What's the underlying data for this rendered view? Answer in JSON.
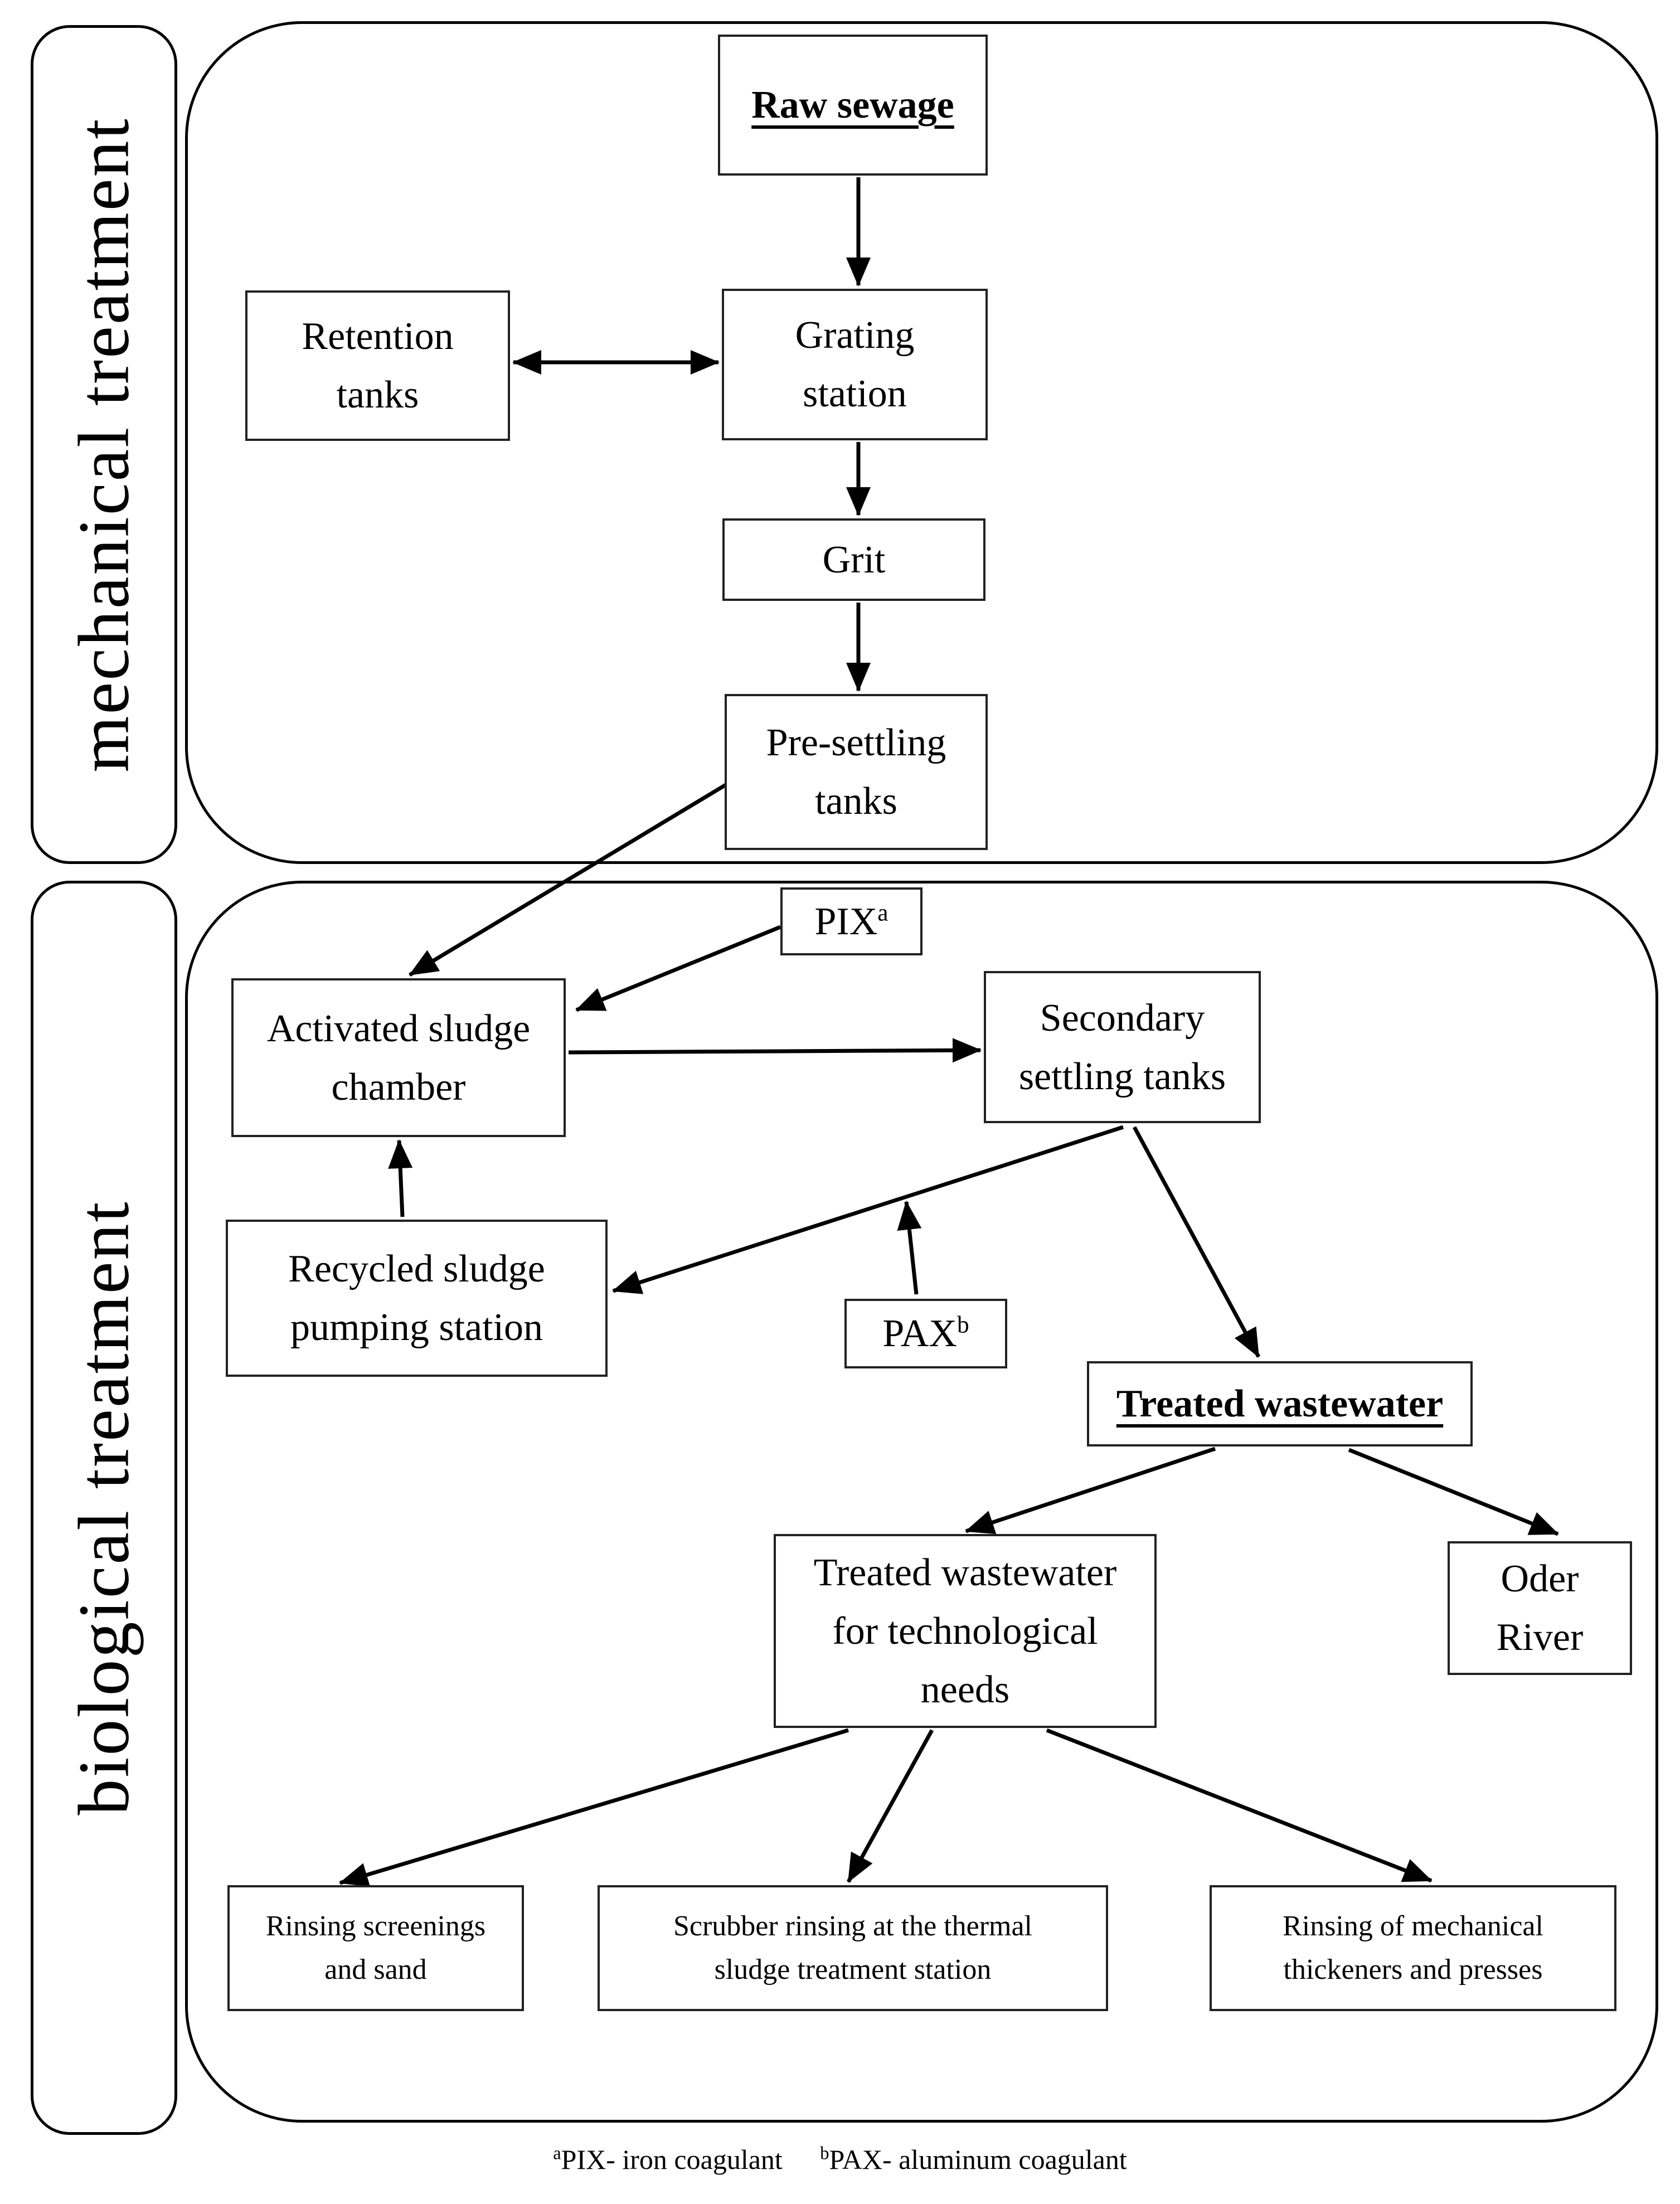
{
  "sections": {
    "mechanical": {
      "label": "mechanical treatment"
    },
    "biological": {
      "label": "biological treatment"
    }
  },
  "nodes": {
    "raw_sewage": {
      "label": "Raw sewage"
    },
    "retention_tanks": {
      "label": "Retention\ntanks"
    },
    "grating_station": {
      "label": "Grating\nstation"
    },
    "grit": {
      "label": "Grit"
    },
    "pre_settling_tanks": {
      "label": "Pre-settling\ntanks"
    },
    "pix": {
      "base": "PIX",
      "sup": "a"
    },
    "activated_sludge_chamber": {
      "label": "Activated sludge\nchamber"
    },
    "secondary_settling_tanks": {
      "label": "Secondary\nsettling tanks"
    },
    "recycled_sludge_pumping_station": {
      "label": "Recycled sludge\npumping station"
    },
    "pax": {
      "base": "PAX",
      "sup": "b"
    },
    "treated_wastewater": {
      "label": "Treated wastewater"
    },
    "treated_wastewater_tech": {
      "label": "Treated wastewater\nfor technological\nneeds"
    },
    "oder_river": {
      "label": "Oder\nRiver"
    },
    "rinsing_screenings": {
      "label": "Rinsing screenings\nand sand"
    },
    "scrubber_rinsing": {
      "label": "Scrubber rinsing at the thermal\nsludge treatment station"
    },
    "rinsing_mechanical": {
      "label": "Rinsing of mechanical\nthickeners and presses"
    }
  },
  "footnote": {
    "sup_a": "a",
    "text_a": "PIX- iron coagulant",
    "sup_b": "b",
    "text_b": "PAX- aluminum coagulant"
  },
  "colors": {
    "ink": "#000000",
    "node_border": "#222222",
    "background": "#ffffff"
  }
}
